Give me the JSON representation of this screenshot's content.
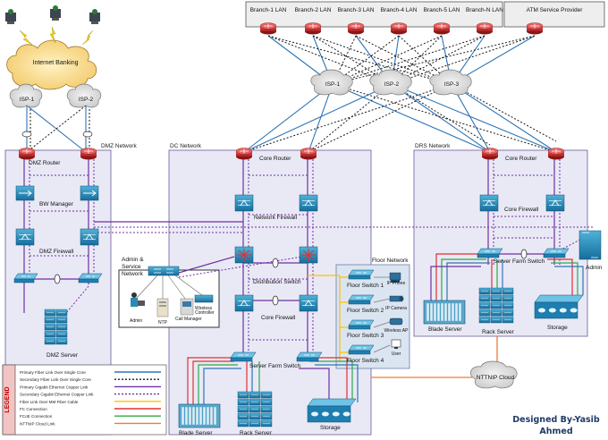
{
  "top": {
    "branches": [
      "Branch-1 LAN",
      "Branch-2 LAN",
      "Branch-3 LAN",
      "Branch-4 LAN",
      "Branch-5 LAN",
      "Branch-N LAN"
    ],
    "atm": "ATM Service Provider",
    "isps": [
      "ISP-1",
      "ISP-2",
      "ISP-3"
    ]
  },
  "internet": {
    "cloud": "Internet Banking",
    "isps": [
      "ISP-1",
      "ISP-2"
    ]
  },
  "dmz": {
    "zone": "DMZ Network",
    "router": "DMZ Router",
    "bw": "BW Manager",
    "firewall": "DMZ Firewall",
    "server": "DMZ Server"
  },
  "dc": {
    "zone": "DC Network",
    "router": "Core Router",
    "netfw": "Network Firewall",
    "dist": "Distribution Switch",
    "corefw": "Core Firewall",
    "sfs": "Server Farm Switch",
    "blade": "Blade Server",
    "rack": "Rack Server",
    "storage": "Storage"
  },
  "admin_net": {
    "title_lines": [
      "Admin &",
      "Service",
      "Network"
    ],
    "admin": "Admin",
    "ntp": "NTP",
    "callmgr": "Call Manager",
    "wireless_lines": [
      "Wireless",
      "Controller"
    ]
  },
  "floor": {
    "title": "Floor Network",
    "switches": [
      "Floor Switch 1",
      "Floor Switch 2",
      "Floor Switch 3",
      "Floor Switch 4"
    ],
    "devices": [
      "IP Phone",
      "IP Camera",
      "Wireless AP",
      "User"
    ]
  },
  "drs": {
    "zone": "DRS Network",
    "router": "Core Router",
    "corefw": "Core Firewall",
    "sfs": "Server Farm Switch",
    "admin": "Admin",
    "blade": "Blade Server",
    "rack": "Rack Server",
    "storage": "Storage"
  },
  "nttnip": "NTTNIP Cloud",
  "legend": {
    "title": "LEGEND",
    "items": [
      {
        "label": "Primary Fiber Link Over Single Core",
        "color": "#2e75b6",
        "dash": false
      },
      {
        "label": "Secondary Fiber Link Over Single Core",
        "color": "#1a1a1a",
        "dash": true
      },
      {
        "label": "Primary Gigabit Ethernet Copper Link",
        "color": "#7030a0",
        "dash": false
      },
      {
        "label": "Secondary Gigabit Ethernet Copper Link",
        "color": "#7030a0",
        "dash": true
      },
      {
        "label": "Fiber Link Over MM Fiber Cable",
        "color": "#ffc000",
        "dash": false
      },
      {
        "label": "FC Connection",
        "color": "#e03030",
        "dash": false
      },
      {
        "label": "FCoE Connection",
        "color": "#2ea84a",
        "dash": false
      },
      {
        "label": "NTTNIP Cloud Link",
        "color": "#ed7d31",
        "dash": false
      }
    ]
  },
  "credit": [
    "Designed By-Yasib",
    "Ahmed"
  ]
}
